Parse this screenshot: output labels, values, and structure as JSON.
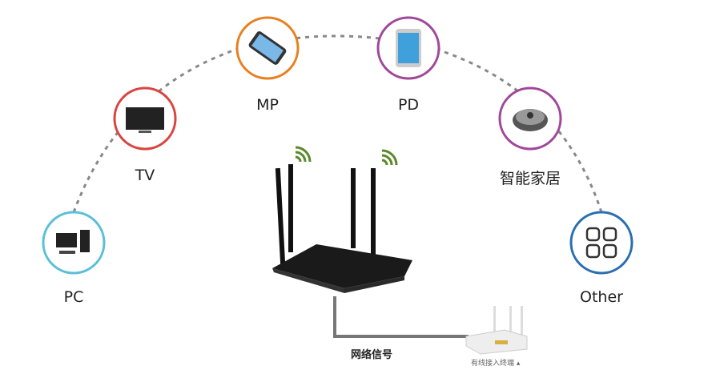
{
  "devices": [
    {
      "label": "PC",
      "icon": "desktop-pc-icon",
      "color": "#5bbfd8"
    },
    {
      "label": "TV",
      "icon": "tv-icon",
      "color": "#d9443f"
    },
    {
      "label": "MP",
      "icon": "mobile-phone-icon",
      "color": "#e8801f"
    },
    {
      "label": "PD",
      "icon": "tablet-icon",
      "color": "#a0479a"
    },
    {
      "label": "智能家居",
      "icon": "robot-vacuum-icon",
      "color": "#a0479a"
    },
    {
      "label": "Other",
      "icon": "grid-apps-icon",
      "color": "#2a6fb0"
    }
  ],
  "wire_label": "网络信号",
  "modem_label": "有线接入终端 ▴",
  "wifi_color": "#5a8a2a"
}
